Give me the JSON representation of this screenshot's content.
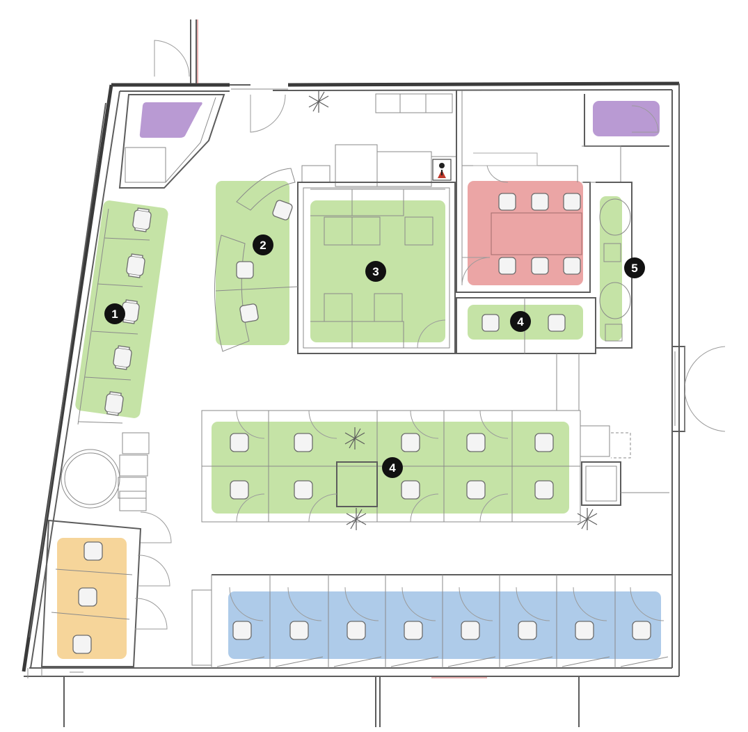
{
  "zone_colors": {
    "workstation_green": "#c5e3a6",
    "meeting_red": "#eba5a5",
    "focus_blue": "#aecbe9",
    "phone_yellow": "#f6d59a",
    "storage_purple": "#b99ad3"
  },
  "zone_markers": [
    {
      "id": "zone-1",
      "label": "1"
    },
    {
      "id": "zone-2",
      "label": "2"
    },
    {
      "id": "zone-3",
      "label": "3"
    },
    {
      "id": "zone-4a",
      "label": "4"
    },
    {
      "id": "zone-4b",
      "label": "4"
    },
    {
      "id": "zone-5",
      "label": "5"
    }
  ]
}
